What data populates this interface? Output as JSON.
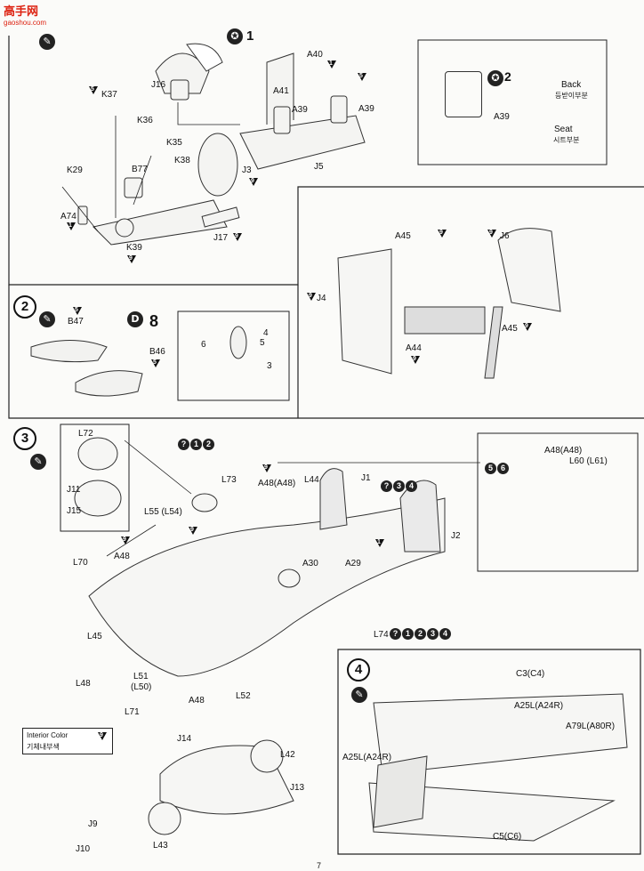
{
  "watermark": {
    "title": "高手网",
    "subtitle": "gaoshou.com"
  },
  "page_number": "7",
  "interior_color": {
    "en": "Interior Color",
    "code": "9",
    "ko": "기체내부색"
  },
  "step1": {
    "star_callout": "1",
    "parts": [
      "A40",
      "A41",
      "A39",
      "A39",
      "J5",
      "J16",
      "K37",
      "K36",
      "K35",
      "K38",
      "B77",
      "J3",
      "K29",
      "A74",
      "K39",
      "J17"
    ],
    "inset": {
      "star": "2",
      "part": "A39",
      "back_en": "Back",
      "back_ko": "등받이부분",
      "seat_en": "Seat",
      "seat_ko": "시트부분"
    }
  },
  "step_right_top": {
    "parts": [
      "A45",
      "J6",
      "J4",
      "A44",
      "A45"
    ]
  },
  "step2": {
    "number": "2",
    "parts": [
      "B47",
      "B46"
    ],
    "decal": "8",
    "inset": {
      "n6": "6",
      "n4": "4",
      "n5": "5",
      "n3": "3"
    }
  },
  "step3": {
    "number": "3",
    "parts": [
      "L72",
      "J11",
      "J15",
      "L73",
      "A48(A48)",
      "L44",
      "J1",
      "J2",
      "L55 (L54)",
      "A48",
      "L70",
      "A30",
      "A29",
      "L74",
      "L45",
      "L48",
      "L51",
      "(L50)",
      "L52",
      "L71",
      "A48",
      "J14",
      "L42",
      "J13",
      "J9",
      "J10",
      "L43"
    ],
    "seq_top": [
      "?",
      "1",
      "2"
    ],
    "seq_j1": [
      "?",
      "3",
      "4"
    ],
    "seq_l74": [
      "?",
      "1",
      "2",
      "3",
      "4"
    ],
    "inset_seq": [
      "5",
      "6"
    ],
    "inset_parts": [
      "A48(A48)",
      "L60 (L61)"
    ]
  },
  "step4": {
    "number": "4",
    "parts": [
      "C3(C4)",
      "A25L(A24R)",
      "A79L(A80R)",
      "A25L(A24R)",
      "C5(C6)"
    ]
  }
}
